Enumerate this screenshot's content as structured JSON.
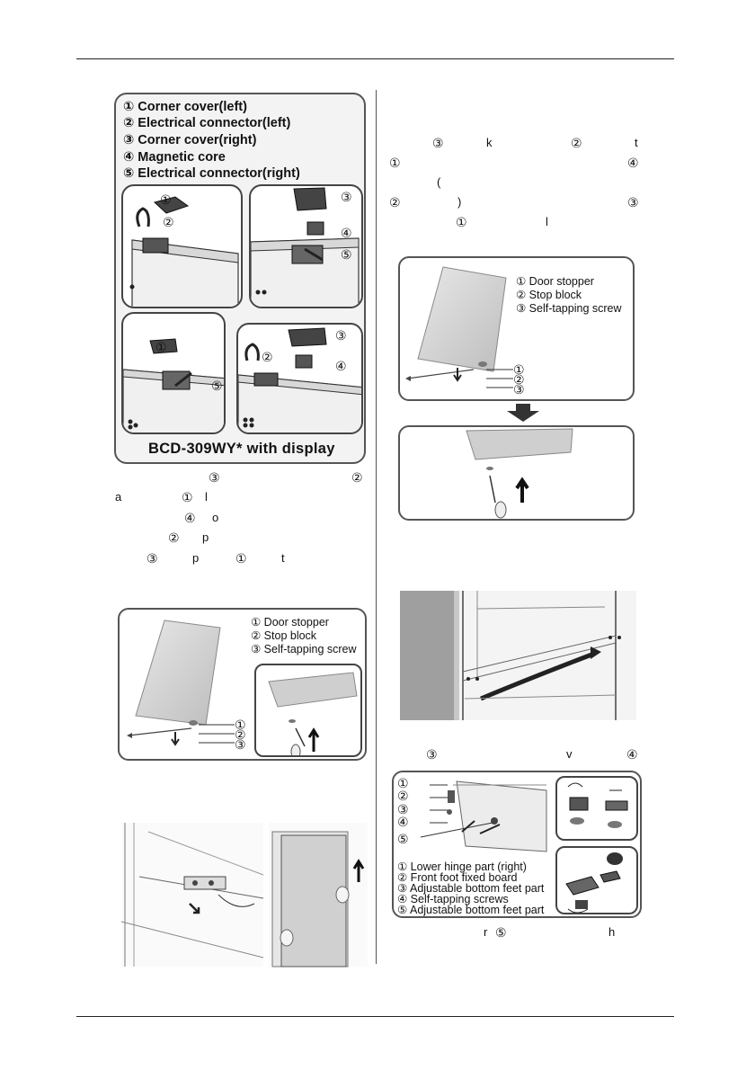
{
  "legend_connectors": {
    "items": [
      "① Corner cover(left)",
      "② Electrical connector(left)",
      "③ Corner cover(right)",
      "④ Magnetic core",
      "⑤ Electrical connector(right)"
    ],
    "model": "BCD-309WY* with display"
  },
  "legend_stopper": {
    "items": [
      "① Door stopper",
      "② Stop block",
      "③ Self-tapping screw"
    ]
  },
  "legend_feet": {
    "items": [
      "① Lower hinge part (right)",
      "② Front foot fixed board",
      "③ Adjustable bottom feet part",
      "④ Self-tapping screws",
      "⑤ Adjustable bottom feet part"
    ]
  },
  "callouts": [
    "①",
    "②",
    "③",
    "④",
    "⑤"
  ],
  "left_fragments": [
    [
      "③",
      "②"
    ],
    [
      "a",
      "①",
      "l"
    ],
    [
      "④",
      "o"
    ],
    [
      "②",
      "p"
    ],
    [
      "③",
      "p",
      "①",
      "t"
    ]
  ],
  "right_fragments": [
    [
      "③",
      "k",
      "②",
      "t"
    ],
    [
      "①",
      "④"
    ],
    [
      "("
    ],
    [
      "②",
      ")",
      "③"
    ],
    [
      "①",
      "l"
    ]
  ],
  "right_bottom_fragments": [
    [
      "③",
      "v",
      "④"
    ],
    [
      "r",
      "⑤",
      "h"
    ]
  ]
}
